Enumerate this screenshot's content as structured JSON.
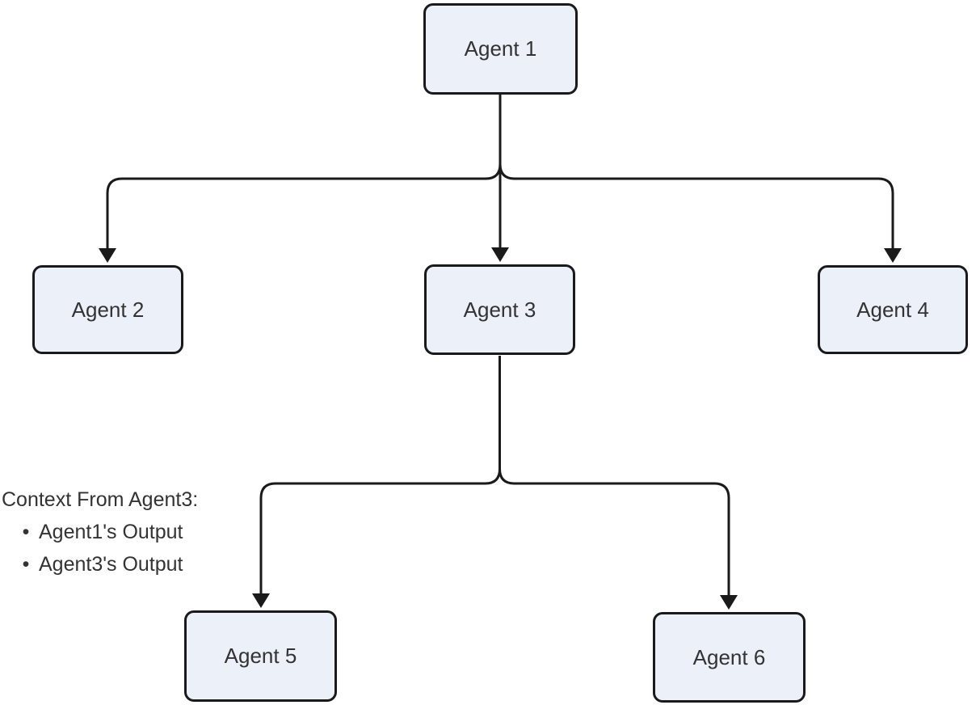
{
  "diagram": {
    "type": "flowchart",
    "background": "#FFFFFF",
    "nodes": [
      {
        "id": "agent1",
        "label": "Agent 1"
      },
      {
        "id": "agent2",
        "label": "Agent 2"
      },
      {
        "id": "agent3",
        "label": "Agent 3"
      },
      {
        "id": "agent4",
        "label": "Agent 4"
      },
      {
        "id": "agent5",
        "label": "Agent 5"
      },
      {
        "id": "agent6",
        "label": "Agent 6"
      }
    ],
    "edges": [
      {
        "from": "Agent 1",
        "to": "Agent 2",
        "arrow": "down"
      },
      {
        "from": "Agent 1",
        "to": "Agent 3",
        "arrow": "down"
      },
      {
        "from": "Agent 1",
        "to": "Agent 4",
        "arrow": "down"
      },
      {
        "from": "Agent 3",
        "to": "Agent 5",
        "arrow": "down"
      },
      {
        "from": "Agent 3",
        "to": "Agent 6",
        "arrow": "down"
      }
    ],
    "annotation": {
      "title": "Context From Agent3:",
      "bullet": "•",
      "items": [
        "Agent1's Output",
        "Agent3's Output"
      ]
    },
    "colors": {
      "node_fill": "#ECF1F9",
      "node_border": "#1A1A1A",
      "connector_line": "#1A1A1A",
      "text": "#333333"
    }
  }
}
